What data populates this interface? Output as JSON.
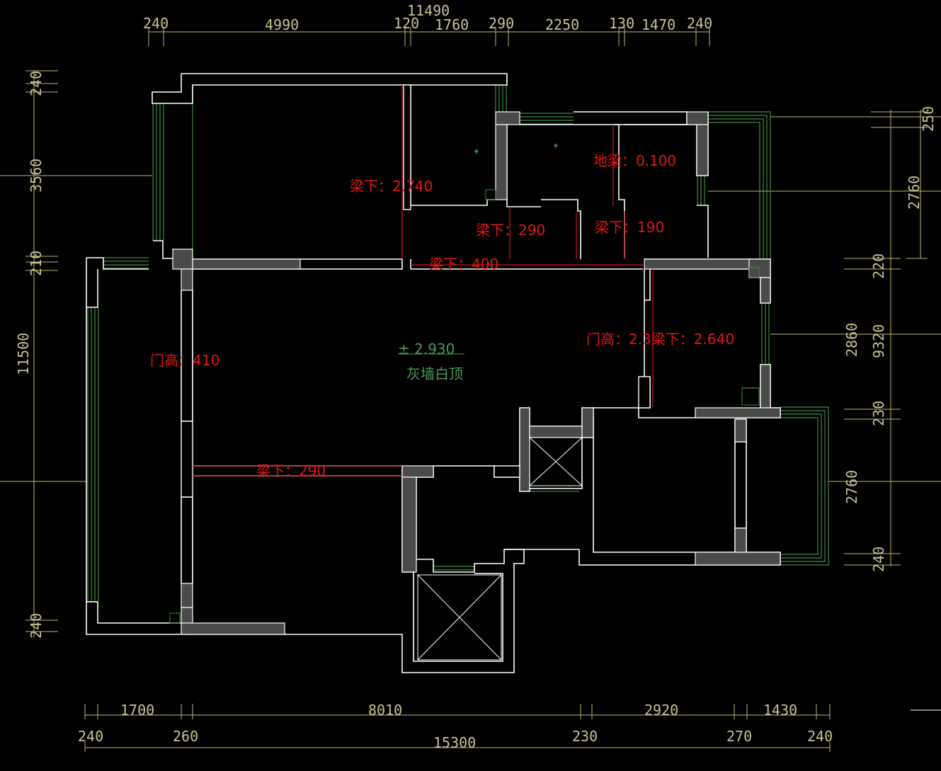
{
  "drawing": {
    "ceiling_level": "± 2.930",
    "ceiling_finish": "灰墙白顶"
  },
  "annotations": {
    "beam_2740": "梁下：2.740",
    "floor_beam": "地梁：0.100",
    "beam_290_a": "梁下：290",
    "beam_190": "梁下：190",
    "beam_400": "梁下：400",
    "door_410": "门高：410",
    "door_beam_combo": "门高：2.3梁下：2.640",
    "beam_290_b": "梁下：290"
  },
  "dims_top": {
    "overall": "11490",
    "segments": [
      "240",
      "4990",
      "120",
      "1760",
      "290",
      "2250",
      "130",
      "1470",
      "240"
    ]
  },
  "dims_bottom": {
    "row1": [
      "1700",
      "8010",
      "2920",
      "1430"
    ],
    "row2": [
      "240",
      "260",
      "230",
      "270",
      "240"
    ],
    "overall": "15300"
  },
  "dims_left": {
    "overall": "11500",
    "segments": [
      "240",
      "3560",
      "210",
      "240"
    ]
  },
  "dims_right": {
    "overall": "9320",
    "upper": [
      "250",
      "2760"
    ],
    "lower": [
      "220",
      "2860",
      "230",
      "2760",
      "240"
    ]
  }
}
